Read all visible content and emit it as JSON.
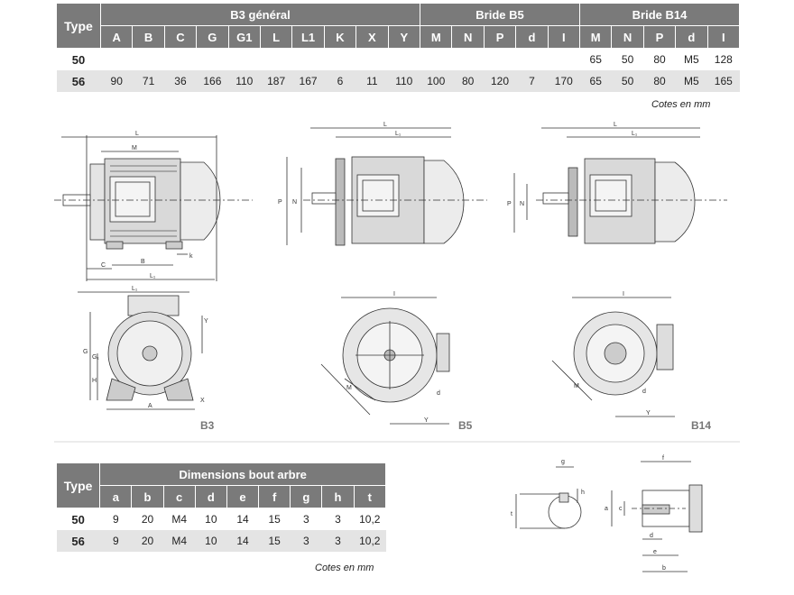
{
  "table1": {
    "type_header": "Type",
    "groups": [
      "B3 général",
      "Bride B5",
      "Bride B14"
    ],
    "columns": [
      "A",
      "B",
      "C",
      "G",
      "G1",
      "L",
      "L1",
      "K",
      "X",
      "Y",
      "M",
      "N",
      "P",
      "d",
      "I",
      "M",
      "N",
      "P",
      "d",
      "I"
    ],
    "rows": [
      {
        "type": "50",
        "values": [
          "",
          "",
          "",
          "",
          "",
          "",
          "",
          "",
          "",
          "",
          "",
          "",
          "",
          "",
          "",
          "65",
          "50",
          "80",
          "M5",
          "128"
        ]
      },
      {
        "type": "56",
        "values": [
          "90",
          "71",
          "36",
          "166",
          "110",
          "187",
          "167",
          "6",
          "11",
          "110",
          "100",
          "80",
          "120",
          "7",
          "170",
          "65",
          "50",
          "80",
          "M5",
          "165"
        ]
      }
    ],
    "note": "Cotes en mm"
  },
  "views": {
    "b3": "B3",
    "b5": "B5",
    "b14": "B14"
  },
  "dim_labels": {
    "L": "L",
    "L1": "L₁",
    "M": "M",
    "N": "N",
    "P": "P",
    "C": "C",
    "B": "B",
    "K": "k",
    "A": "A",
    "H": "H",
    "G": "G",
    "G1": "G₁",
    "X": "X",
    "Y": "Y",
    "I": "I",
    "d": "d"
  },
  "table2": {
    "type_header": "Type",
    "title": "Dimensions bout arbre",
    "columns": [
      "a",
      "b",
      "c",
      "d",
      "e",
      "f",
      "g",
      "h",
      "t"
    ],
    "rows": [
      {
        "type": "50",
        "values": [
          "9",
          "20",
          "M4",
          "10",
          "14",
          "15",
          "3",
          "3",
          "10,2"
        ]
      },
      {
        "type": "56",
        "values": [
          "9",
          "20",
          "M4",
          "10",
          "14",
          "15",
          "3",
          "3",
          "10,2"
        ]
      }
    ],
    "note": "Cotes en mm"
  },
  "shaft_labels": {
    "g": "g",
    "h": "h",
    "t": "t",
    "f": "f",
    "a": "a",
    "c": "c",
    "d": "d",
    "e": "e",
    "b": "b"
  }
}
